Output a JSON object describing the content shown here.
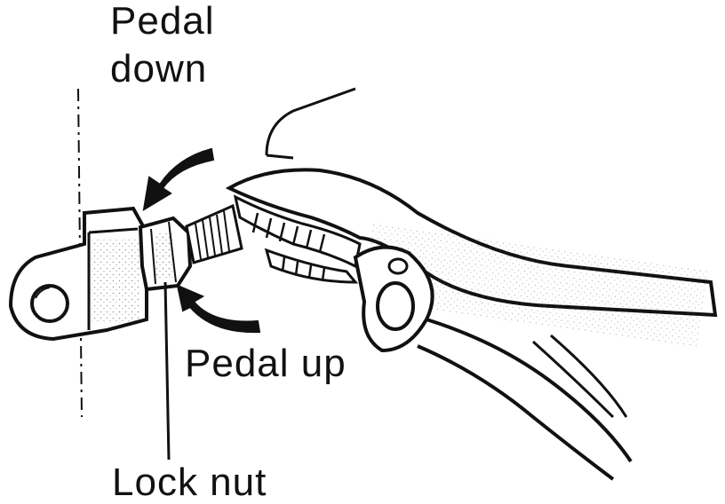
{
  "labels": {
    "pedal_down_line1": "Pedal",
    "pedal_down_line2": "down",
    "pedal_up": "Pedal up",
    "lock_nut": "Lock nut"
  },
  "colors": {
    "ink": "#111111",
    "paper": "#ffffff",
    "stipple": "#555555"
  },
  "icons": {
    "direction_down": "curved-arrow-icon",
    "direction_up": "curved-arrow-icon"
  }
}
